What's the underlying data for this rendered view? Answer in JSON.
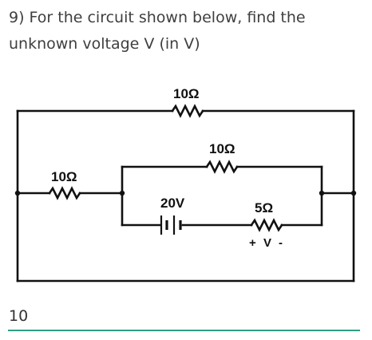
{
  "question": {
    "text": "9) For the circuit shown below, find the unknown voltage V (in V)"
  },
  "circuit": {
    "top_resistor": "10Ω",
    "left_resistor": "10Ω",
    "inner_top_resistor": "10Ω",
    "inner_bottom_resistor": "5Ω",
    "source_voltage": "20V",
    "voltage_plus": "+",
    "voltage_name": "V",
    "voltage_minus": "-"
  },
  "answer": {
    "value": "10"
  },
  "colors": {
    "wire": "#111111",
    "underline": "#2f9e86"
  }
}
